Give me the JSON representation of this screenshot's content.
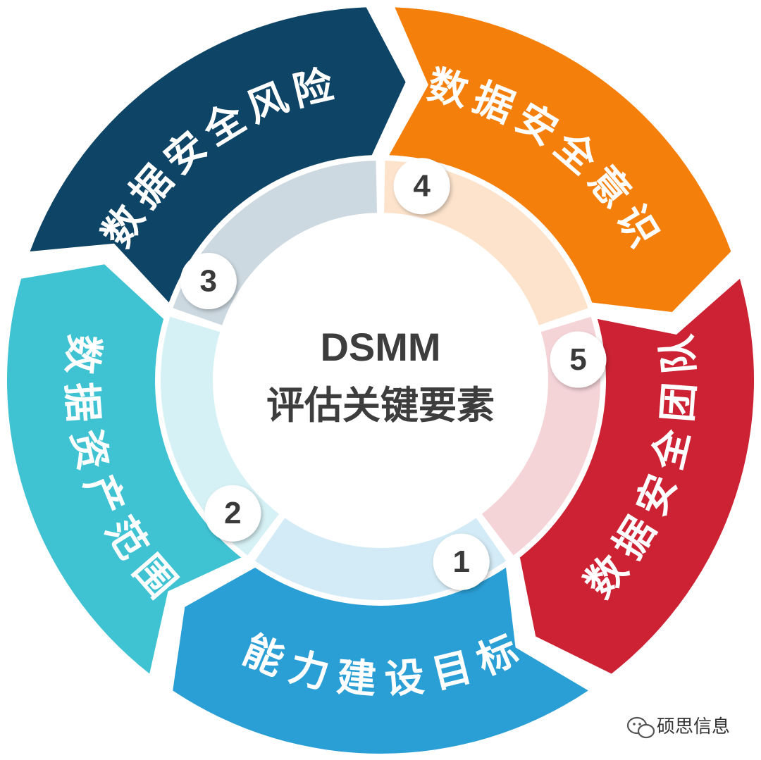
{
  "center": {
    "title": "DSMM",
    "subtitle": "评估关键要素"
  },
  "segments": [
    {
      "number": "1",
      "label": "能力建设目标",
      "color": "#2a9fd6",
      "light": "#d3ebf6"
    },
    {
      "number": "2",
      "label": "数据资产范围",
      "color": "#3fc3d3",
      "light": "#d6f1f5"
    },
    {
      "number": "3",
      "label": "数据安全风险",
      "color": "#0e4466",
      "light": "#cdd9e1"
    },
    {
      "number": "4",
      "label": "数据安全意识",
      "color": "#f57f0b",
      "light": "#fde3cc"
    },
    {
      "number": "5",
      "label": "数据安全团队",
      "color": "#cc2233",
      "light": "#f5d4d8"
    }
  ],
  "watermark": {
    "icon": "wechat-icon",
    "text": "硕思信息"
  }
}
